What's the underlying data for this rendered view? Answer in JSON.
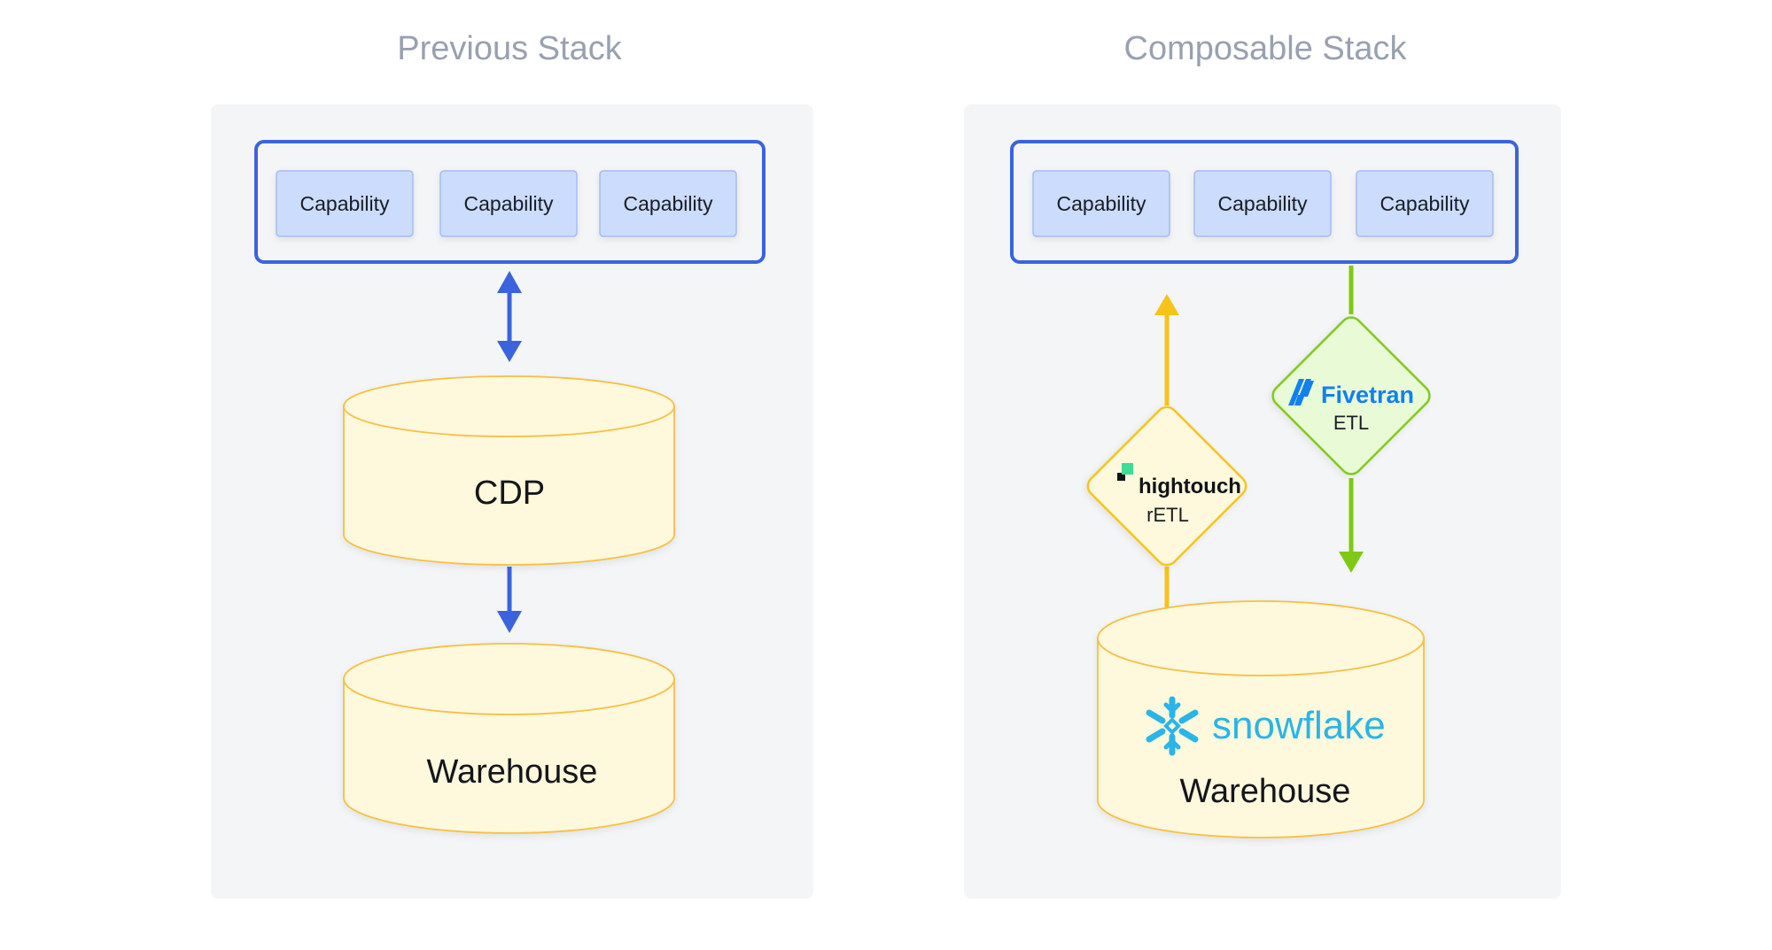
{
  "previous_stack": {
    "title": "Previous Stack",
    "capabilities": [
      "Capability",
      "Capability",
      "Capability"
    ],
    "cdp_label": "CDP",
    "warehouse_label": "Warehouse"
  },
  "composable_stack": {
    "title": "Composable Stack",
    "capabilities": [
      "Capability",
      "Capability",
      "Capability"
    ],
    "hightouch": {
      "brand": "hightouch",
      "label": "rETL"
    },
    "fivetran": {
      "brand": "Fivetran",
      "label": "ETL"
    },
    "warehouse": {
      "brand": "snowflake",
      "label": "Warehouse"
    }
  },
  "colors": {
    "capability_border": "#3b63dd",
    "capability_fill": "#cbdcfd",
    "cylinder_fill": "#fef8dc",
    "cylinder_stroke": "#f6c044",
    "blue_arrow": "#3b63dd",
    "yellow_arrow": "#f6c419",
    "green_arrow": "#7ec916",
    "fivetran_blue": "#1180f0",
    "snowflake_blue": "#29b5e8",
    "hightouch_green": "#3ddc97",
    "panel_bg": "#f4f5f7"
  }
}
